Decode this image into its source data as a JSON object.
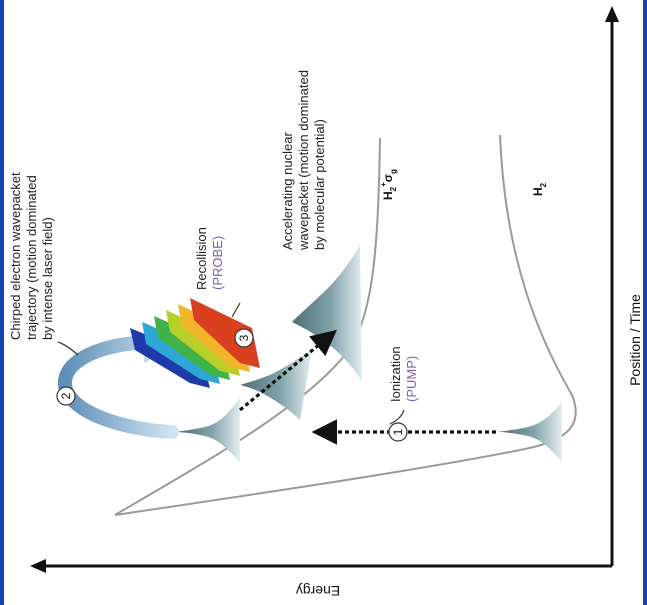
{
  "axes": {
    "vertical_axis_label": "Position / Time",
    "horizontal_axis_label": "Energy"
  },
  "curves": {
    "ion_curve_label_main": "H",
    "ion_curve_label_sub": "2",
    "ion_curve_label_sup": "+",
    "ion_curve_label_state": "σ",
    "ion_curve_label_state_sub": "g",
    "neutral_curve_label_main": "H",
    "neutral_curve_label_sub": "2"
  },
  "annotations": {
    "electron_trajectory": [
      "Chirped electron wavepacket",
      "trajectory (motion dominated",
      "by intense laser field)"
    ],
    "nuclear_wavepacket": [
      "Accelerating nuclear",
      "wavepacket (motion dominated",
      "by molecular potential)"
    ],
    "recollision_label": "Recollision",
    "recollision_tag": "(PROBE)",
    "ionization_label": "Ionization",
    "ionization_tag": "(PUMP)"
  },
  "steps": {
    "step1": "1",
    "step2": "2",
    "step3": "3"
  },
  "colors": {
    "frame_edge": "#1b3fb0",
    "tag_purple": "#7a5fb0",
    "wavepacket": "#7a9ea6",
    "curve": "#9a9a9a",
    "axis": "#111111"
  }
}
